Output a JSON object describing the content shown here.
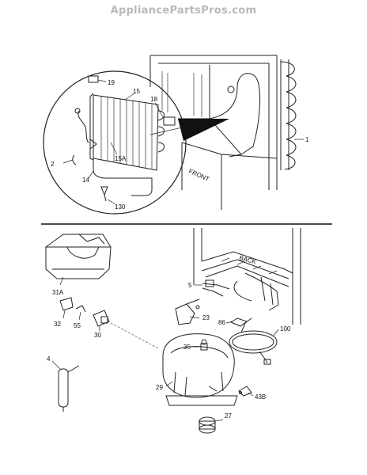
{
  "watermark": "AppliancePartsPros.com",
  "upper_view": {
    "orientation_label": "FRONT",
    "callouts": {
      "p19": "19",
      "p15": "15",
      "p18": "18",
      "p1": "1",
      "p2": "2",
      "p15a": "15A",
      "p14": "14",
      "p130": "130"
    }
  },
  "lower_view": {
    "orientation_label": "BACK",
    "callouts": {
      "p31a": "31A",
      "p5": "5",
      "p23": "23",
      "p86": "86",
      "p100": "100",
      "p32": "32",
      "p55": "55",
      "p30": "30",
      "p4": "4",
      "p35": "35",
      "p29": "29",
      "p43b": "43B",
      "p27": "27"
    }
  }
}
